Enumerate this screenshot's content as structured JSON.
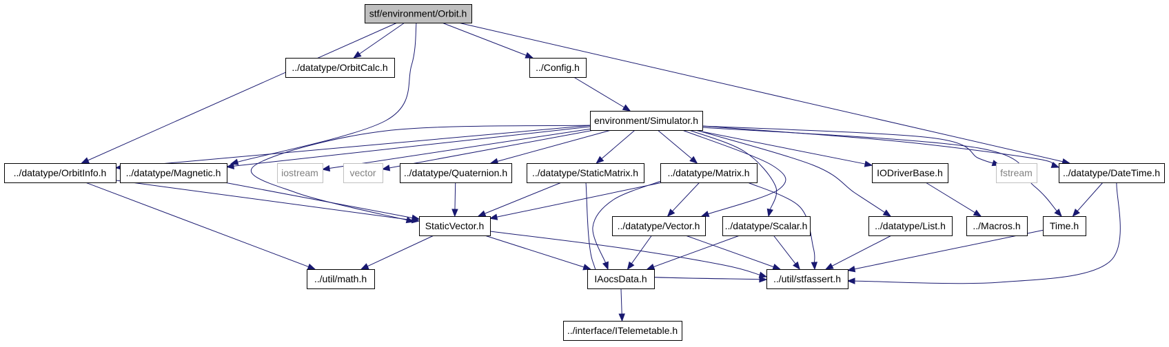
{
  "graph": {
    "edge_color": "#191970",
    "node_border_color": "#000000",
    "external_border_color": "#bfbfbf",
    "external_text_color": "#808080",
    "root_fill": "#bfbfbf",
    "nodes": [
      {
        "id": "orbit",
        "label": "stf/environment/Orbit.h",
        "kind": "root"
      },
      {
        "id": "orbitcalc",
        "label": "../datatype/OrbitCalc.h",
        "kind": "file"
      },
      {
        "id": "config",
        "label": "../Config.h",
        "kind": "file"
      },
      {
        "id": "simulator",
        "label": "environment/Simulator.h",
        "kind": "file"
      },
      {
        "id": "orbitinfo",
        "label": "../datatype/OrbitInfo.h",
        "kind": "file"
      },
      {
        "id": "magnetic",
        "label": "../datatype/Magnetic.h",
        "kind": "file"
      },
      {
        "id": "iostream",
        "label": "iostream",
        "kind": "external"
      },
      {
        "id": "vector",
        "label": "vector",
        "kind": "external"
      },
      {
        "id": "quaternion",
        "label": "../datatype/Quaternion.h",
        "kind": "file"
      },
      {
        "id": "staticmatrix",
        "label": "../datatype/StaticMatrix.h",
        "kind": "file"
      },
      {
        "id": "matrix",
        "label": "../datatype/Matrix.h",
        "kind": "file"
      },
      {
        "id": "iodriver",
        "label": "IODriverBase.h",
        "kind": "file"
      },
      {
        "id": "fstream",
        "label": "fstream",
        "kind": "external"
      },
      {
        "id": "datetime",
        "label": "../datatype/DateTime.h",
        "kind": "file"
      },
      {
        "id": "staticvector",
        "label": "StaticVector.h",
        "kind": "file"
      },
      {
        "id": "vectorh",
        "label": "../datatype/Vector.h",
        "kind": "file"
      },
      {
        "id": "scalar",
        "label": "../datatype/Scalar.h",
        "kind": "file"
      },
      {
        "id": "list",
        "label": "../datatype/List.h",
        "kind": "file"
      },
      {
        "id": "macros",
        "label": "../Macros.h",
        "kind": "file"
      },
      {
        "id": "time",
        "label": "Time.h",
        "kind": "file"
      },
      {
        "id": "math",
        "label": "../util/math.h",
        "kind": "file"
      },
      {
        "id": "iaocsdata",
        "label": "IAocsData.h",
        "kind": "file"
      },
      {
        "id": "stfassert",
        "label": "../util/stfassert.h",
        "kind": "file"
      },
      {
        "id": "itelemetable",
        "label": "../interface/ITelemetable.h",
        "kind": "file"
      }
    ],
    "edges": [
      [
        "orbit",
        "orbitcalc"
      ],
      [
        "orbit",
        "config"
      ],
      [
        "orbit",
        "orbitinfo"
      ],
      [
        "orbit",
        "magnetic"
      ],
      [
        "orbit",
        "datetime"
      ],
      [
        "config",
        "simulator"
      ],
      [
        "simulator",
        "orbitinfo"
      ],
      [
        "simulator",
        "magnetic"
      ],
      [
        "simulator",
        "staticvector"
      ],
      [
        "simulator",
        "iostream"
      ],
      [
        "simulator",
        "vector"
      ],
      [
        "simulator",
        "quaternion"
      ],
      [
        "simulator",
        "staticmatrix"
      ],
      [
        "simulator",
        "matrix"
      ],
      [
        "simulator",
        "vectorh"
      ],
      [
        "simulator",
        "scalar"
      ],
      [
        "simulator",
        "list"
      ],
      [
        "simulator",
        "iodriver"
      ],
      [
        "simulator",
        "fstream"
      ],
      [
        "simulator",
        "datetime"
      ],
      [
        "simulator",
        "time"
      ],
      [
        "orbitinfo",
        "staticvector"
      ],
      [
        "orbitinfo",
        "math"
      ],
      [
        "magnetic",
        "staticvector"
      ],
      [
        "quaternion",
        "staticvector"
      ],
      [
        "staticmatrix",
        "staticvector"
      ],
      [
        "staticmatrix",
        "stfassert"
      ],
      [
        "matrix",
        "staticvector"
      ],
      [
        "matrix",
        "vectorh"
      ],
      [
        "matrix",
        "iaocsdata"
      ],
      [
        "matrix",
        "stfassert"
      ],
      [
        "staticvector",
        "math"
      ],
      [
        "staticvector",
        "iaocsdata"
      ],
      [
        "staticvector",
        "stfassert"
      ],
      [
        "vectorh",
        "iaocsdata"
      ],
      [
        "vectorh",
        "stfassert"
      ],
      [
        "scalar",
        "iaocsdata"
      ],
      [
        "scalar",
        "stfassert"
      ],
      [
        "list",
        "stfassert"
      ],
      [
        "iodriver",
        "macros"
      ],
      [
        "datetime",
        "time"
      ],
      [
        "datetime",
        "stfassert"
      ],
      [
        "time",
        "stfassert"
      ],
      [
        "iaocsdata",
        "itelemetable"
      ]
    ]
  }
}
